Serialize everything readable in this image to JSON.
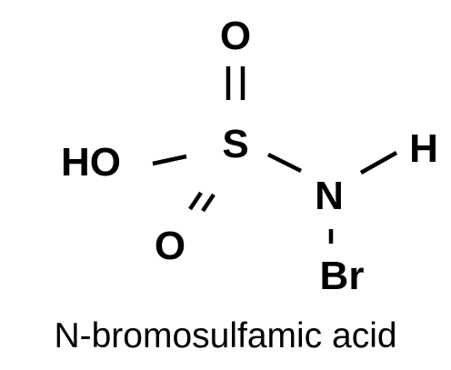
{
  "molecule": {
    "atoms": {
      "o_top": "O",
      "s": "S",
      "ho": "HO",
      "o_bottom": "O",
      "n": "N",
      "h": "H",
      "br": "Br"
    },
    "caption": "N-bromosulfamic acid"
  },
  "colors": {
    "ink": "#000000",
    "background": "#ffffff"
  }
}
